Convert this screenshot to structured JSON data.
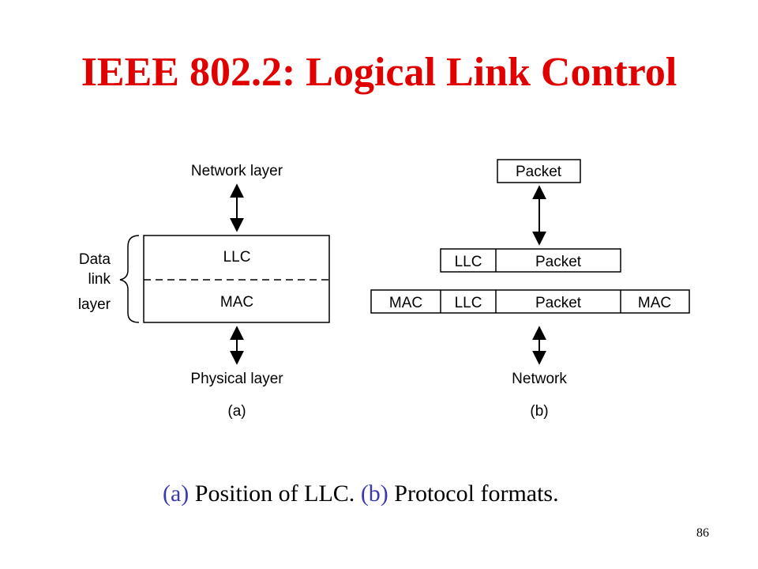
{
  "title": "IEEE 802.2: Logical Link Control",
  "diagram_a": {
    "top_label": "Network layer",
    "upper_box": "LLC",
    "lower_box": "MAC",
    "bottom_label": "Physical layer",
    "brace_label_line1": "Data",
    "brace_label_line2": "link",
    "brace_label_line3": "layer",
    "part_label": "(a)"
  },
  "diagram_b": {
    "top_packet": "Packet",
    "mid_llc": "LLC",
    "mid_packet": "Packet",
    "frame_mac_left": "MAC",
    "frame_llc": "LLC",
    "frame_packet": "Packet",
    "frame_mac_right": "MAC",
    "bottom_label": "Network",
    "part_label": "(b)"
  },
  "caption": {
    "a_tag": "(a)",
    "a_text": "Position of LLC.",
    "b_tag": "(b)",
    "b_text": "Protocol formats."
  },
  "page_number": "86"
}
